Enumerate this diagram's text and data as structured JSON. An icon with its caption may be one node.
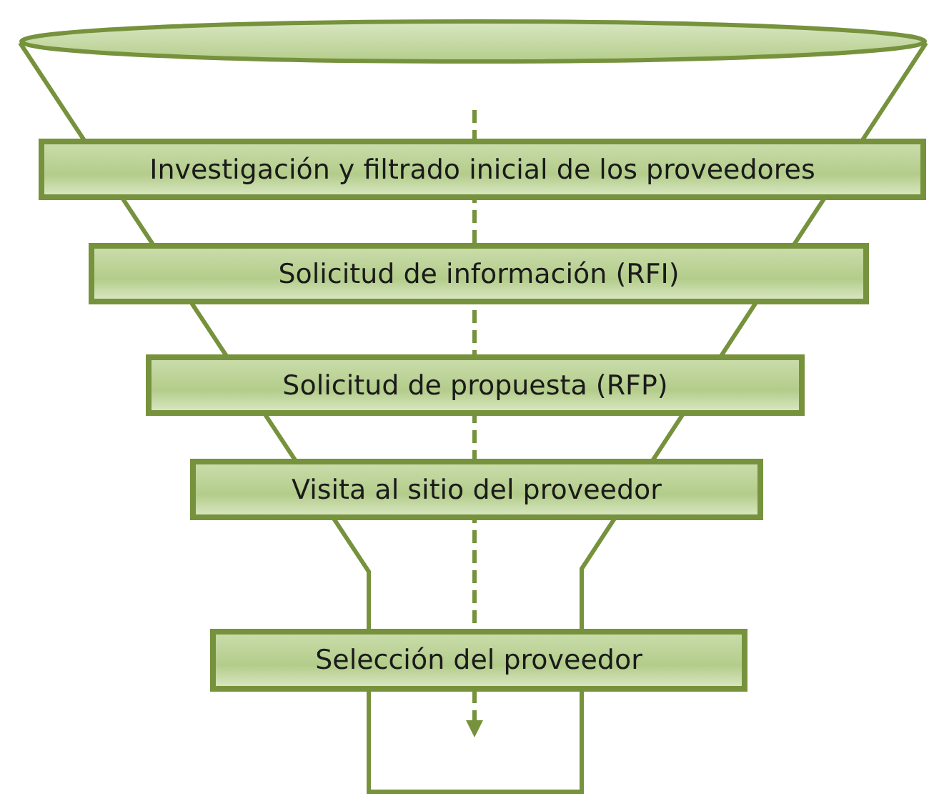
{
  "diagram": {
    "nodes": [
      {
        "text": [
          "Investigación y filtrado inicial de los proveedores"
        ]
      },
      {
        "text": [
          "Solicitud de información (RFI)"
        ]
      },
      {
        "text": [
          "Solicitud de propuesta (RFP)"
        ]
      },
      {
        "text": [
          "Visita al sitio del proveedor"
        ]
      },
      {
        "text": [
          "Selección del proveedor"
        ]
      }
    ]
  }
}
